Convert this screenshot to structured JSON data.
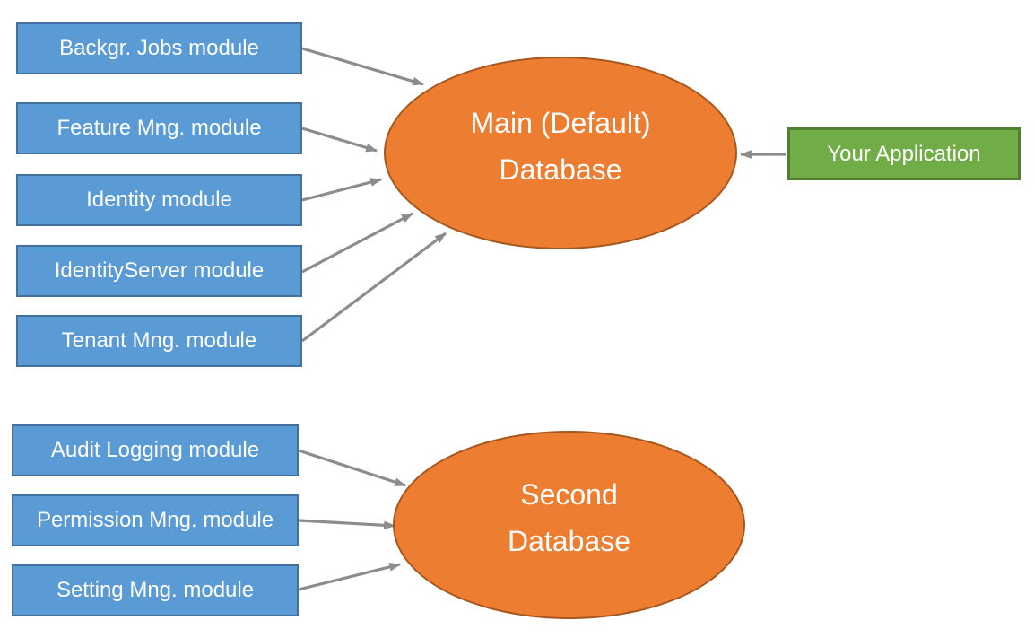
{
  "colors": {
    "module_fill": "#5B9BD5",
    "module_border": "#41719C",
    "database_fill": "#ED7D31",
    "database_border": "#A5571E",
    "application_fill": "#70AD47",
    "application_border": "#507E32",
    "arrow": "#8C8C8C",
    "text": "#FFFFFF",
    "background": "#FFFFFF"
  },
  "main": {
    "modules": [
      {
        "label": "Backgr. Jobs module"
      },
      {
        "label": "Feature Mng. module"
      },
      {
        "label": "Identity module"
      },
      {
        "label": "IdentityServer module"
      },
      {
        "label": "Tenant Mng. module"
      }
    ],
    "database": {
      "line1": "Main (Default)",
      "line2": "Database"
    },
    "application": {
      "label": "Your Application"
    }
  },
  "second": {
    "modules": [
      {
        "label": "Audit Logging module"
      },
      {
        "label": "Permission Mng. module"
      },
      {
        "label": "Setting Mng. module"
      }
    ],
    "database": {
      "line1": "Second",
      "line2": "Database"
    }
  }
}
